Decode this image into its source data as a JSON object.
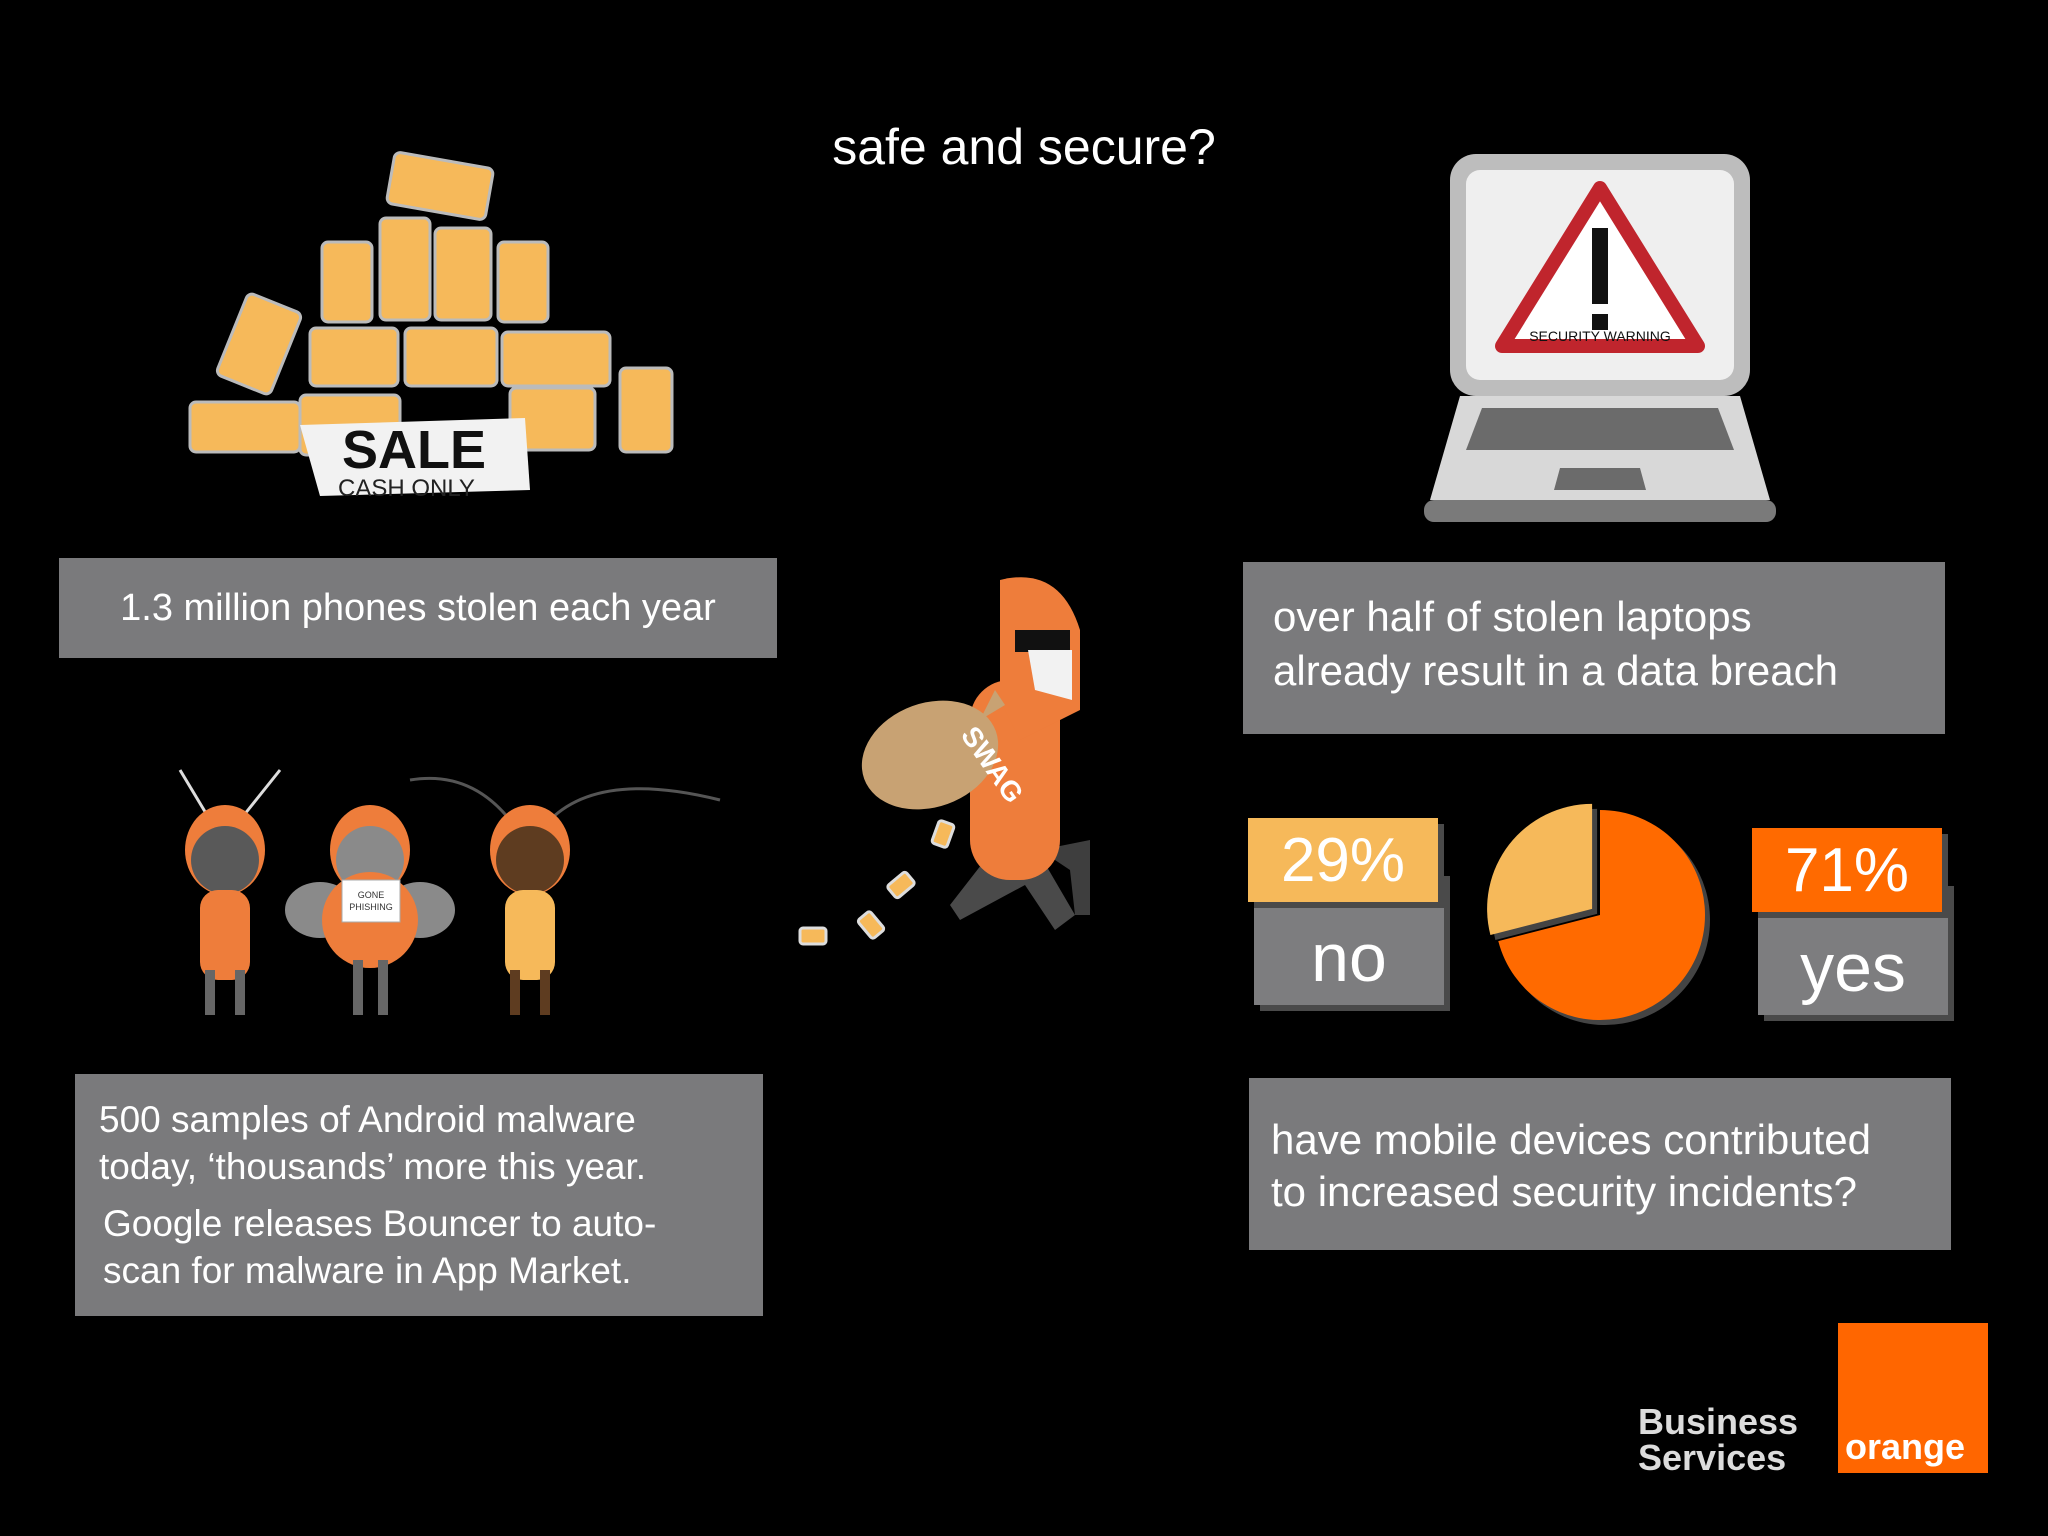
{
  "slide": {
    "title": "safe and secure?",
    "phones_text": "1.3 million phones stolen each year",
    "laptops_text_1": "over half of stolen laptops",
    "laptops_text_2": "already result in a data breach",
    "malware_text_1": "500 samples of Android malware",
    "malware_text_2": "today, ‘thousands’ more this year.",
    "malware_text_3": "Google releases Bouncer to auto-",
    "malware_text_4": "scan for malware in App Market.",
    "question_text_1": "have mobile devices contributed",
    "question_text_2": "to increased security incidents?"
  },
  "illustrations": {
    "sale_sign_1": "SALE",
    "sale_sign_2": "CASH ONLY",
    "warning_text": "SECURITY WARNING",
    "bag_text": "SWAG",
    "bee_sign_1": "GONE",
    "bee_sign_2": "PHISHING"
  },
  "chart_data": {
    "type": "pie",
    "categories": [
      "no",
      "yes"
    ],
    "values": [
      29,
      71
    ],
    "value_labels": [
      "29%",
      "71%"
    ],
    "colors": [
      "#f6b95a",
      "#ff6a00"
    ]
  },
  "branding": {
    "line1": "Business",
    "line2": "Services",
    "wordmark": "orange",
    "accent": "#ff6600"
  }
}
